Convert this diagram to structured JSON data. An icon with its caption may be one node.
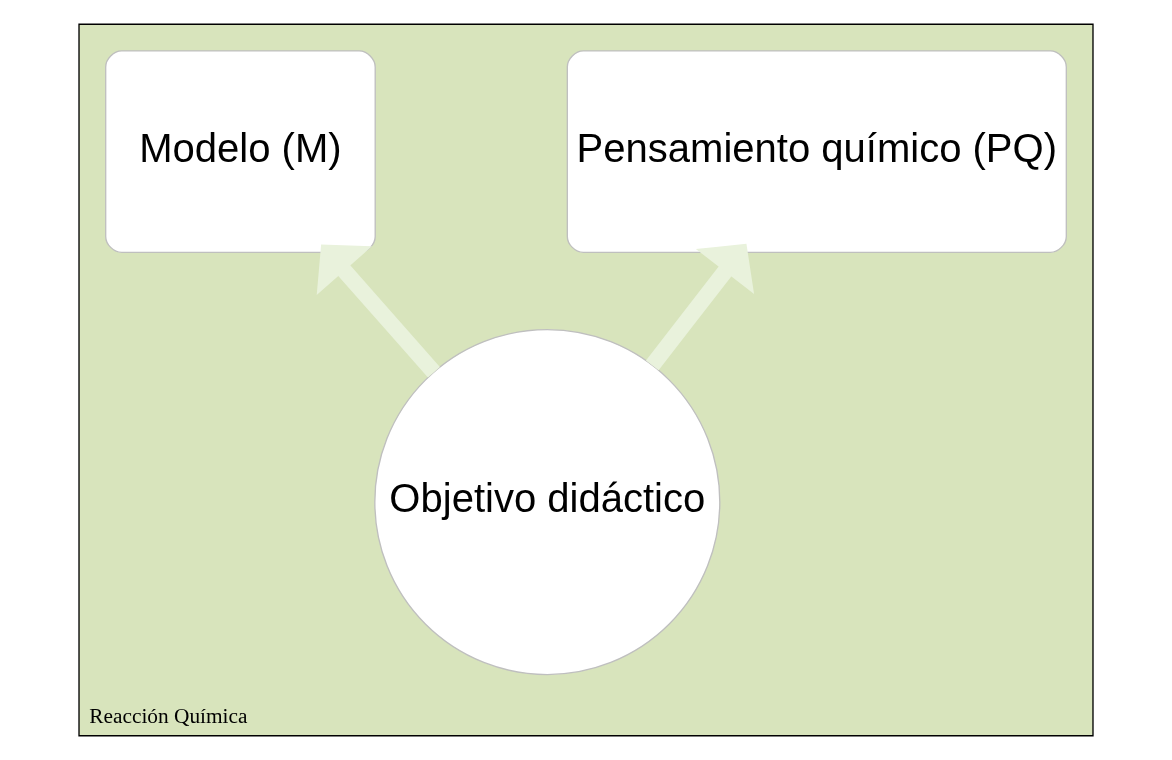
{
  "diagram": {
    "nodes": [
      {
        "text": [
          "Reacción Química"
        ]
      },
      {
        "text": [
          "Modelo (M)"
        ],
        "in": 0
      },
      {
        "text": [
          "Pensamiento químico (PQ)"
        ],
        "in": 0
      },
      {
        "text": [
          "Objetivo didáctico"
        ],
        "in": 0
      }
    ],
    "edges": [
      {
        "from": 3,
        "to": 1,
        "arrow": "to"
      },
      {
        "from": 3,
        "to": 2,
        "arrow": "to"
      }
    ]
  }
}
